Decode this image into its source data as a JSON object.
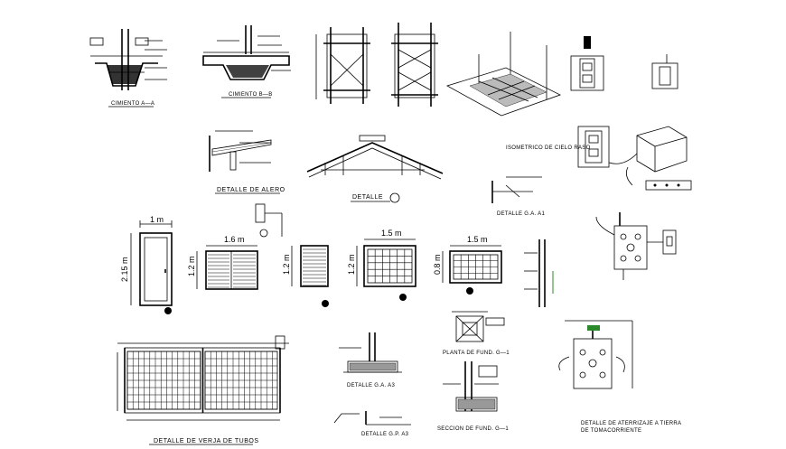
{
  "labels": {
    "cimiento_aa": "CIMIENTO A—A",
    "cimiento_bb": "CIMIENTO B—B",
    "isometrico": "ISOMETRICO DE CIELO RASO",
    "detalle_alero": "DETALLE DE ALERO",
    "detalle": "DETALLE",
    "detalle_ga": "DETALLE G.A. A1",
    "detalle_verja": "DETALLE DE VERJA DE TUBOS",
    "detalle_gp": "DETALLE G.P. A3",
    "detalle_ga3": "DETALLE G.A. A3",
    "planta_fund": "PLANTA DE FUND. G—1",
    "seccion_fund": "SECCION DE FUND. G—1",
    "aterrizaje_1": "DETALLE DE ATERRIZAJE A TIERRA",
    "aterrizaje_2": "DE TOMACORRIENTE"
  },
  "dimensions": {
    "door_width": "1 m",
    "door_height": "2.15 m",
    "win1_width": "1.6 m",
    "win1_height": "1.2 m",
    "win2_height": "1.2 m",
    "win3_width": "1.5 m",
    "win3_height": "1.2 m",
    "win4_width": "1.5 m",
    "win4_height": "0.8 m"
  }
}
